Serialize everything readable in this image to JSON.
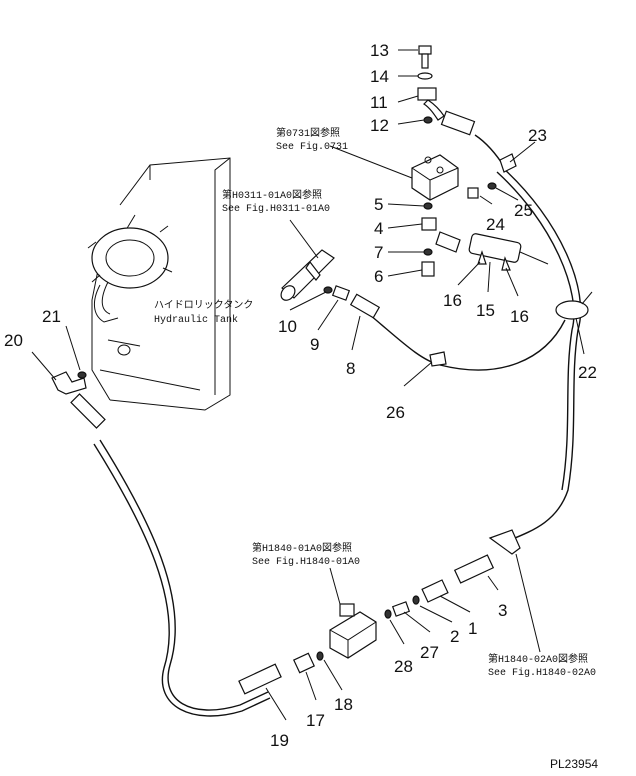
{
  "callouts": [
    {
      "id": "13",
      "text": "13"
    },
    {
      "id": "14",
      "text": "14"
    },
    {
      "id": "11",
      "text": "11"
    },
    {
      "id": "12",
      "text": "12"
    },
    {
      "id": "23",
      "text": "23"
    },
    {
      "id": "5",
      "text": "5"
    },
    {
      "id": "4",
      "text": "4"
    },
    {
      "id": "7",
      "text": "7"
    },
    {
      "id": "6",
      "text": "6"
    },
    {
      "id": "24",
      "text": "24"
    },
    {
      "id": "25",
      "text": "25"
    },
    {
      "id": "16a",
      "text": "16"
    },
    {
      "id": "15",
      "text": "15"
    },
    {
      "id": "16b",
      "text": "16"
    },
    {
      "id": "21",
      "text": "21"
    },
    {
      "id": "20",
      "text": "20"
    },
    {
      "id": "10",
      "text": "10"
    },
    {
      "id": "9",
      "text": "9"
    },
    {
      "id": "8",
      "text": "8"
    },
    {
      "id": "22",
      "text": "22"
    },
    {
      "id": "26",
      "text": "26"
    },
    {
      "id": "3",
      "text": "3"
    },
    {
      "id": "1",
      "text": "1"
    },
    {
      "id": "2",
      "text": "2"
    },
    {
      "id": "27",
      "text": "27"
    },
    {
      "id": "28",
      "text": "28"
    },
    {
      "id": "18",
      "text": "18"
    },
    {
      "id": "17",
      "text": "17"
    },
    {
      "id": "19",
      "text": "19"
    }
  ],
  "references": {
    "fig0731_jp": "第0731図参照",
    "fig0731_en": "See Fig.0731",
    "figH0311_jp": "第H0311-01A0図参照",
    "figH0311_en": "See Fig.H0311-01A0",
    "figH1840_01_jp": "第H1840-01A0図参照",
    "figH1840_01_en": "See Fig.H1840-01A0",
    "figH1840_02_jp": "第H1840-02A0図参照",
    "figH1840_02_en": "See Fig.H1840-02A0",
    "tank_jp": "ハイドロリックタンク",
    "tank_en": "Hydraulic Tank"
  },
  "drawing_code": "PL23954"
}
